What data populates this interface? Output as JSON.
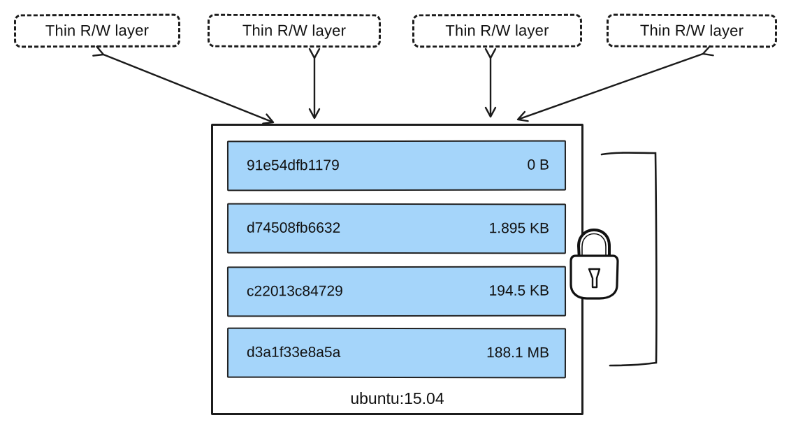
{
  "thin_layers": [
    {
      "label": "Thin R/W layer"
    },
    {
      "label": "Thin R/W layer"
    },
    {
      "label": "Thin R/W layer"
    },
    {
      "label": "Thin R/W layer"
    }
  ],
  "image": {
    "name": "ubuntu:15.04",
    "layers": [
      {
        "id": "91e54dfb1179",
        "size": "0 B"
      },
      {
        "id": "d74508fb6632",
        "size": "1.895 KB"
      },
      {
        "id": "c22013c84729",
        "size": "194.5 KB"
      },
      {
        "id": "d3a1f33e8a5a",
        "size": "188.1 MB"
      }
    ]
  },
  "icons": {
    "lock": "lock-icon",
    "arrows": "double-headed-arrow",
    "bracket": "layers-grouping-bracket"
  },
  "colors": {
    "layer_fill": "#a5d5fa",
    "stroke": "#1a1a1a",
    "background": "#ffffff",
    "text": "#111111"
  }
}
